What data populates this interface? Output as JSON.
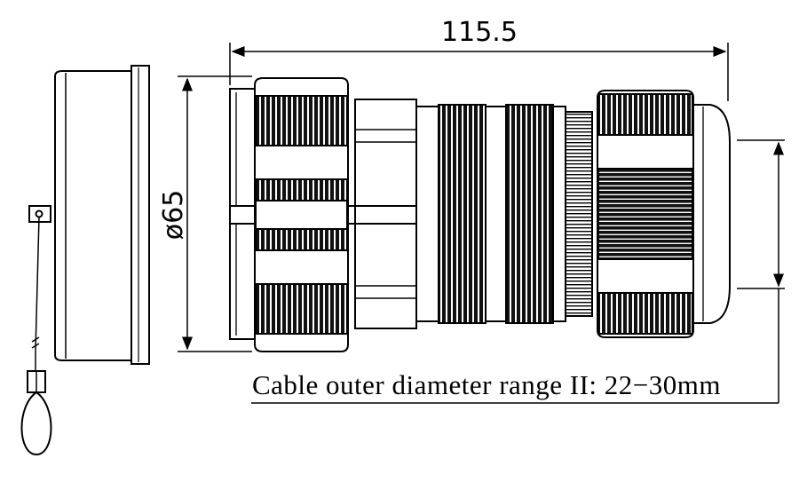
{
  "drawing": {
    "length_dimension": "115.5",
    "diameter_dimension": "ø65",
    "cable_note": "Cable outer diameter range II: 22−30mm"
  },
  "colors": {
    "line": "#000000",
    "background": "#ffffff",
    "knurl_fill": "#1a1a1a"
  }
}
